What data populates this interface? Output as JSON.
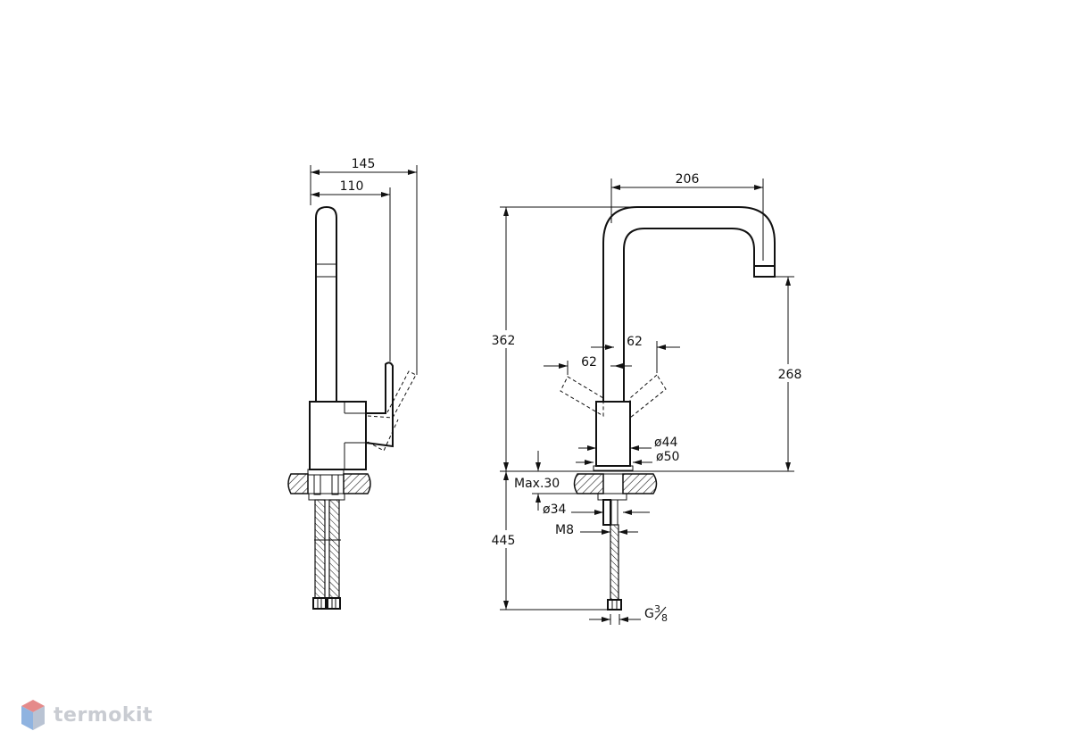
{
  "dimensions": {
    "side_width_total": "145",
    "side_width_handle": "110",
    "spout_reach": "206",
    "total_height": "362",
    "spout_height": "268",
    "handle_swing_left": "62",
    "handle_swing_right": "62",
    "body_dia_44": "ø44",
    "base_dia_50": "ø50",
    "counter_max": "Max.30",
    "shank_dia_34": "ø34",
    "thread_m8": "M8",
    "hose_length": "445",
    "connection_g": "G",
    "connection_frac_num": "3",
    "connection_frac_den": "8"
  },
  "watermark": {
    "brand": "termokit",
    "colors": {
      "top": "#e58a8a",
      "left": "#8fb3e0",
      "right": "#b9c3d3"
    }
  }
}
